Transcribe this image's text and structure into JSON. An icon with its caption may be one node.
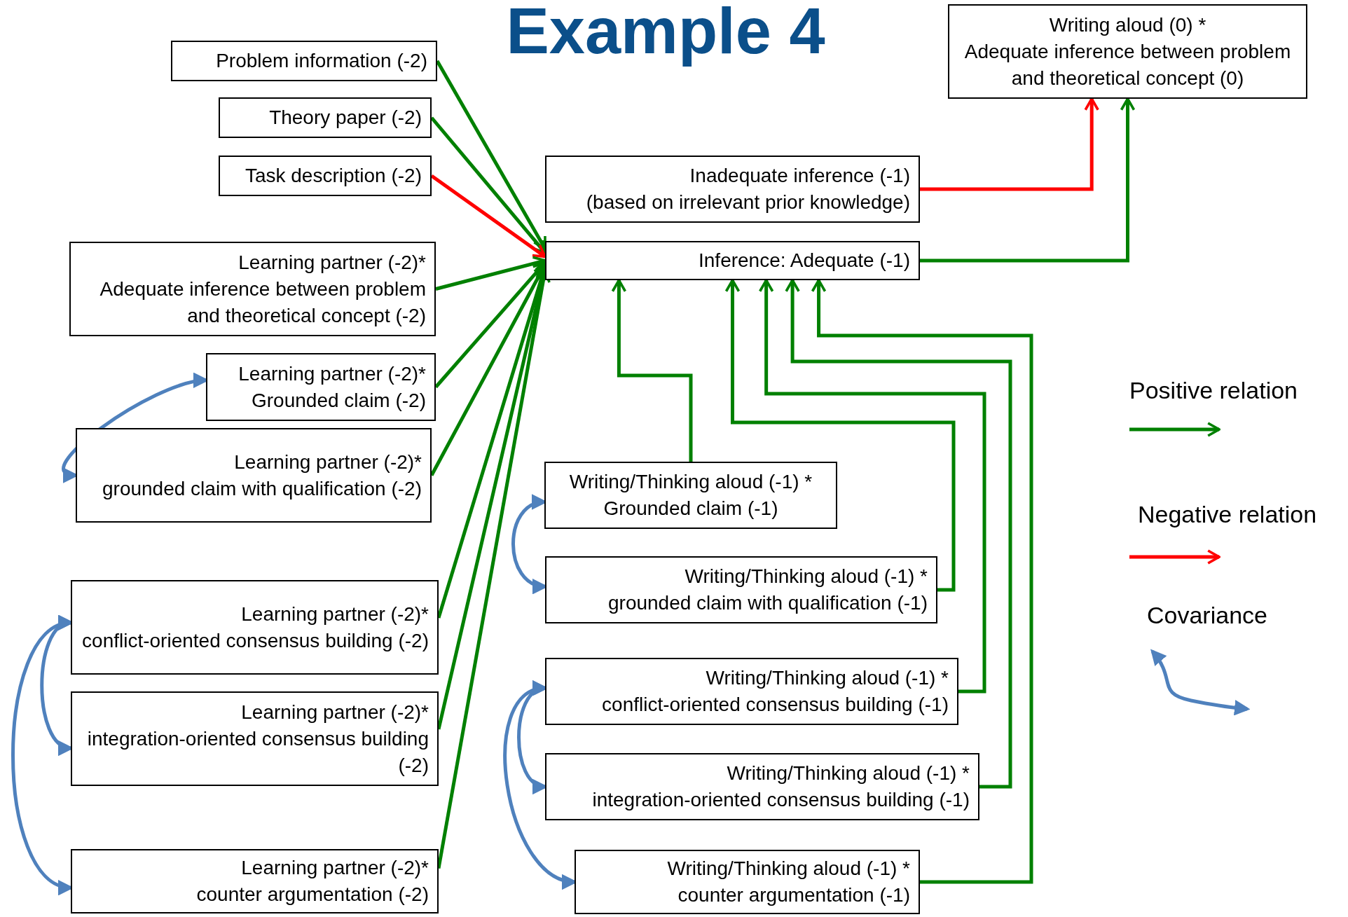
{
  "diagram": {
    "title": "Example 4",
    "nodes": [
      {
        "text": [
          "Problem information (-2)"
        ]
      },
      {
        "text": [
          "Theory paper (-2)"
        ]
      },
      {
        "text": [
          "Task description (-2)"
        ]
      },
      {
        "text": [
          "Learning partner (-2)*",
          "Adequate inference between problem and theoretical concept (-2)"
        ]
      },
      {
        "text": [
          "Learning partner (-2)*",
          "Grounded claim (-2)"
        ]
      },
      {
        "text": [
          "Learning partner (-2)*",
          "grounded claim with qualification (-2)"
        ]
      },
      {
        "text": [
          "Learning partner (-2)*",
          "conflict-oriented consensus building (-2)"
        ]
      },
      {
        "text": [
          "Learning partner (-2)*",
          "integration-oriented consensus building (-2)"
        ]
      },
      {
        "text": [
          "Learning partner (-2)*",
          "counter argumentation (-2)"
        ]
      },
      {
        "text": [
          "Writing aloud (0) *",
          "Adequate inference between problem and theoretical concept (0)"
        ]
      },
      {
        "text": [
          "Inadequate inference (-1)",
          "(based on irrelevant prior knowledge)"
        ]
      },
      {
        "text": [
          "Inference: Adequate (-1)"
        ]
      },
      {
        "text": [
          "Writing/Thinking aloud (-1) *",
          "Grounded claim (-1)"
        ]
      },
      {
        "text": [
          "Writing/Thinking aloud (-1) *",
          "grounded claim with qualification (-1)"
        ]
      },
      {
        "text": [
          "Writing/Thinking aloud (-1) *",
          "conflict-oriented consensus building (-1)"
        ]
      },
      {
        "text": [
          "Writing/Thinking aloud (-1) *",
          "integration-oriented consensus building (-1)"
        ]
      },
      {
        "text": [
          "Writing/Thinking aloud (-1) *",
          "counter argumentation (-1)"
        ]
      }
    ],
    "edges": [
      {
        "from": 0,
        "to": 11,
        "arrow": "to"
      },
      {
        "from": 1,
        "to": 11,
        "arrow": "to"
      },
      {
        "from": 2,
        "to": 11,
        "arrow": "to",
        "color": "#ff0000"
      },
      {
        "from": 3,
        "to": 11,
        "arrow": "to"
      },
      {
        "from": 4,
        "to": 11,
        "arrow": "to"
      },
      {
        "from": 5,
        "to": 11,
        "arrow": "to"
      },
      {
        "from": 6,
        "to": 11,
        "arrow": "to"
      },
      {
        "from": 7,
        "to": 11,
        "arrow": "to"
      },
      {
        "from": 8,
        "to": 11,
        "arrow": "to"
      },
      {
        "from": 10,
        "to": 9,
        "arrow": "to",
        "color": "#ff0000"
      },
      {
        "from": 11,
        "to": 9,
        "arrow": "to"
      },
      {
        "from": 12,
        "to": 11,
        "arrow": "to"
      },
      {
        "from": 13,
        "to": 11,
        "arrow": "to"
      },
      {
        "from": 14,
        "to": 11,
        "arrow": "to"
      },
      {
        "from": 15,
        "to": 11,
        "arrow": "to"
      },
      {
        "from": 16,
        "to": 11,
        "arrow": "to"
      },
      {
        "from": 4,
        "to": 5,
        "arrow": "both",
        "color": "#4f81bd"
      },
      {
        "from": 12,
        "to": 13,
        "arrow": "both",
        "color": "#4f81bd"
      },
      {
        "from": 6,
        "to": 7,
        "arrow": "both",
        "color": "#4f81bd"
      },
      {
        "from": 6,
        "to": 8,
        "arrow": "both",
        "color": "#4f81bd"
      },
      {
        "from": 14,
        "to": 15,
        "arrow": "both",
        "color": "#4f81bd"
      },
      {
        "from": 14,
        "to": 16,
        "arrow": "both",
        "color": "#4f81bd"
      }
    ],
    "legend": [
      {
        "text": "Positive relation"
      },
      {
        "text": "Negative relation"
      },
      {
        "text": "Covariance"
      }
    ]
  }
}
